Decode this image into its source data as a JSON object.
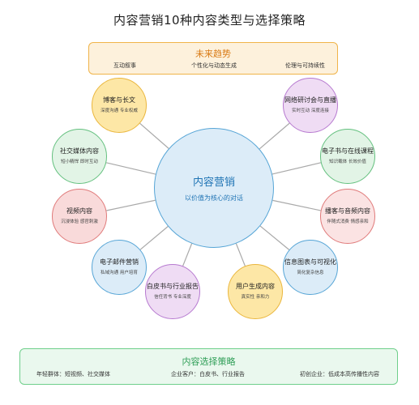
{
  "title": "内容营销10种内容类型与选择策略",
  "future": {
    "title": "未来趋势",
    "items": [
      "互动叙事",
      "个性化与动态生成",
      "伦理与可持续性"
    ]
  },
  "center": {
    "title": "内容营销",
    "subtitle": "以价值为核心的对话"
  },
  "nodes": [
    {
      "title": "博客与长文",
      "desc": "深度沟通 专业权威",
      "fill": "#fde7a6",
      "border": "#eab63c"
    },
    {
      "title": "网络研讨会与直播",
      "desc": "实时互动 深度连接",
      "fill": "#efdcf4",
      "border": "#b77ad0"
    },
    {
      "title": "社交媒体内容",
      "desc": "短小精悍 即时互动",
      "fill": "#e2f4e6",
      "border": "#63c07e"
    },
    {
      "title": "电子书与在线课程",
      "desc": "知识载体 长效价值",
      "fill": "#e2f4e6",
      "border": "#63c07e"
    },
    {
      "title": "视频内容",
      "desc": "沉浸体验 感官刺激",
      "fill": "#f9dada",
      "border": "#e07a7a"
    },
    {
      "title": "播客与音频内容",
      "desc": "伴随式消费 情感亲和",
      "fill": "#fbe3e3",
      "border": "#e07a7a"
    },
    {
      "title": "电子邮件营销",
      "desc": "私域沟通 用户培育",
      "fill": "#dcecf8",
      "border": "#56a5d6"
    },
    {
      "title": "信息图表与可视化",
      "desc": "简化复杂信息",
      "fill": "#dcecf8",
      "border": "#56a5d6"
    },
    {
      "title": "白皮书与行业报告",
      "desc": "信任背书 专业深度",
      "fill": "#efdcf4",
      "border": "#b77ad0"
    },
    {
      "title": "用户生成内容",
      "desc": "真实性 亲和力",
      "fill": "#fde7a6",
      "border": "#eab63c"
    }
  ],
  "strategy": {
    "title": "内容选择策略",
    "items": [
      "年轻群体：短视频、社交媒体",
      "企业客户：白皮书、行业报告",
      "初创企业：低成本高传播性内容"
    ]
  }
}
